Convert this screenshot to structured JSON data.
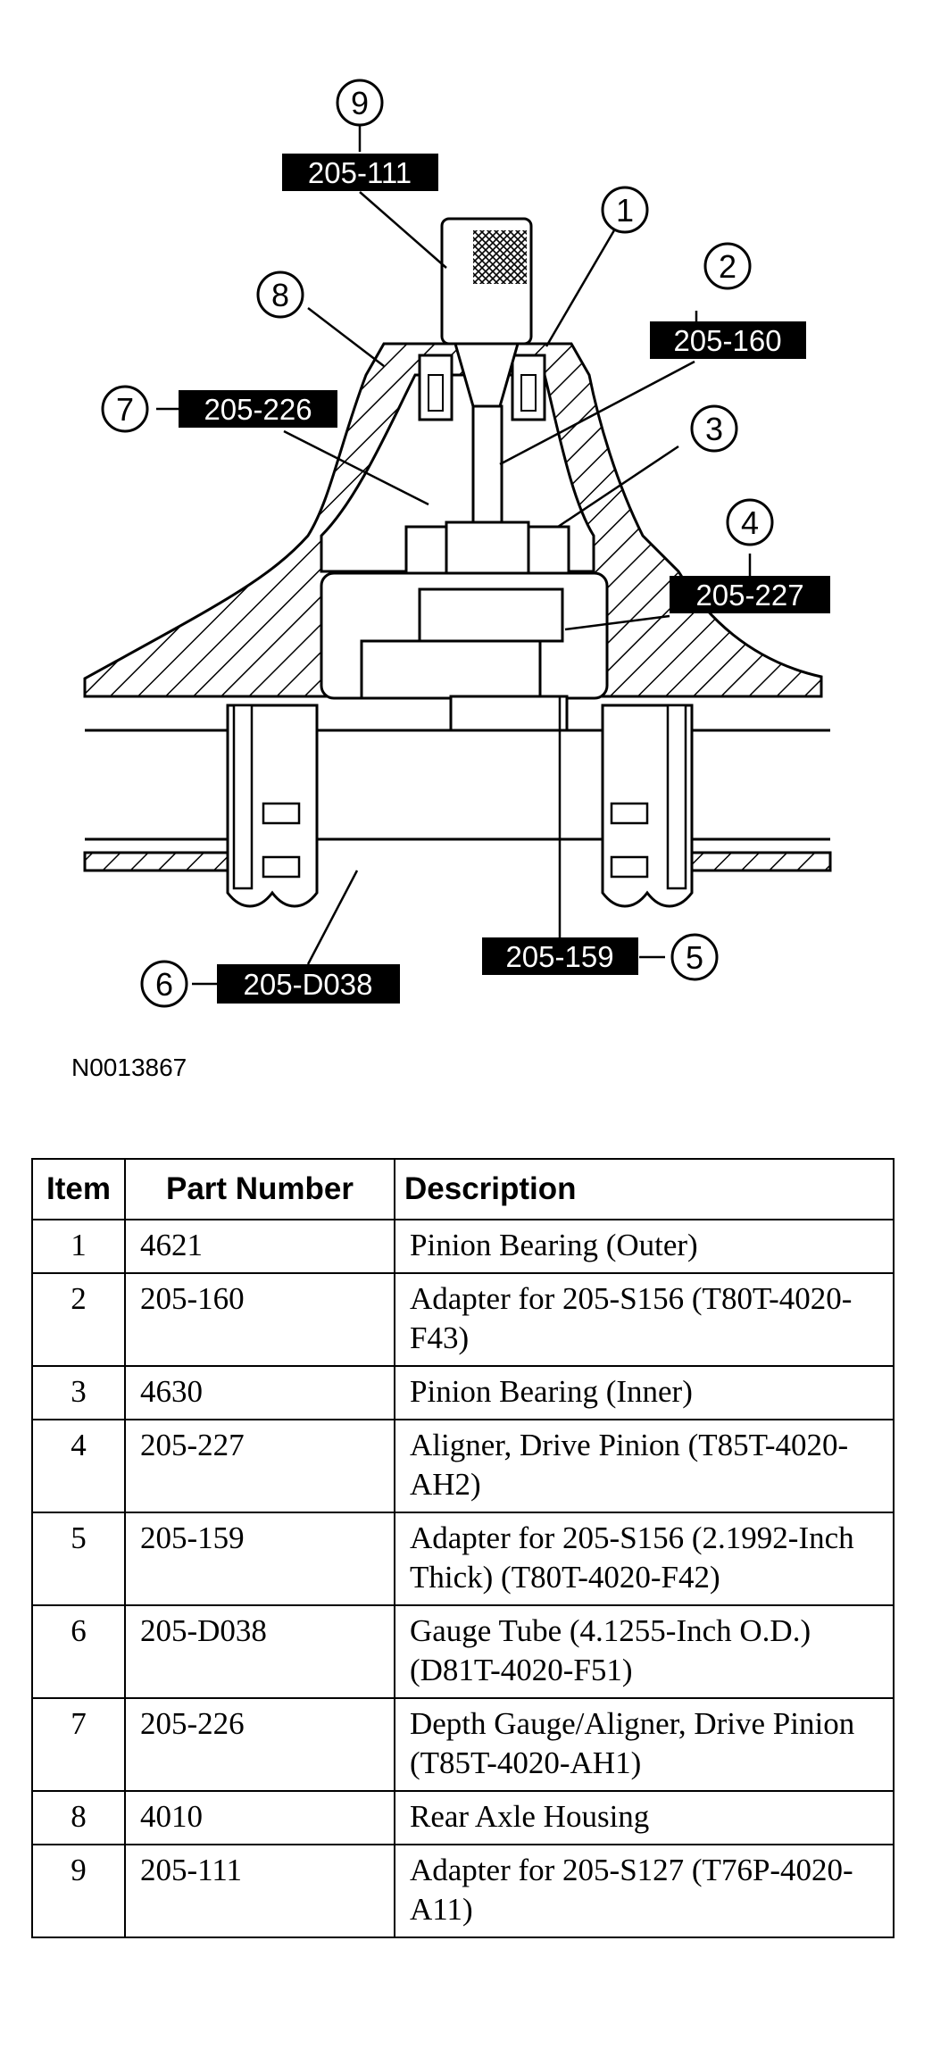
{
  "figure_id": "N0013867",
  "callouts": [
    {
      "number": "1",
      "tag": ""
    },
    {
      "number": "2",
      "tag": "205-160"
    },
    {
      "number": "3",
      "tag": ""
    },
    {
      "number": "4",
      "tag": "205-227"
    },
    {
      "number": "5",
      "tag": "205-159"
    },
    {
      "number": "6",
      "tag": "205-D038"
    },
    {
      "number": "7",
      "tag": "205-226"
    },
    {
      "number": "8",
      "tag": ""
    },
    {
      "number": "9",
      "tag": "205-111"
    }
  ],
  "table": {
    "headers": {
      "item": "Item",
      "part_number": "Part Number",
      "description": "Description"
    },
    "rows": [
      {
        "item": "1",
        "part_number": "4621",
        "description": "Pinion Bearing (Outer)"
      },
      {
        "item": "2",
        "part_number": "205-160",
        "description": "Adapter for 205-S156 (T80T-4020-F43)"
      },
      {
        "item": "3",
        "part_number": "4630",
        "description": "Pinion Bearing (Inner)"
      },
      {
        "item": "4",
        "part_number": "205-227",
        "description": "Aligner, Drive Pinion (T85T-4020-AH2)"
      },
      {
        "item": "5",
        "part_number": "205-159",
        "description": "Adapter for 205-S156 (2.1992-Inch Thick) (T80T-4020-F42)"
      },
      {
        "item": "6",
        "part_number": "205-D038",
        "description": "Gauge Tube (4.1255-Inch O.D.) (D81T-4020-F51)"
      },
      {
        "item": "7",
        "part_number": "205-226",
        "description": "Depth Gauge/Aligner, Drive Pinion (T85T-4020-AH1)"
      },
      {
        "item": "8",
        "part_number": "4010",
        "description": "Rear Axle Housing"
      },
      {
        "item": "9",
        "part_number": "205-111",
        "description": "Adapter for 205-S127 (T76P-4020-A11)"
      }
    ]
  }
}
